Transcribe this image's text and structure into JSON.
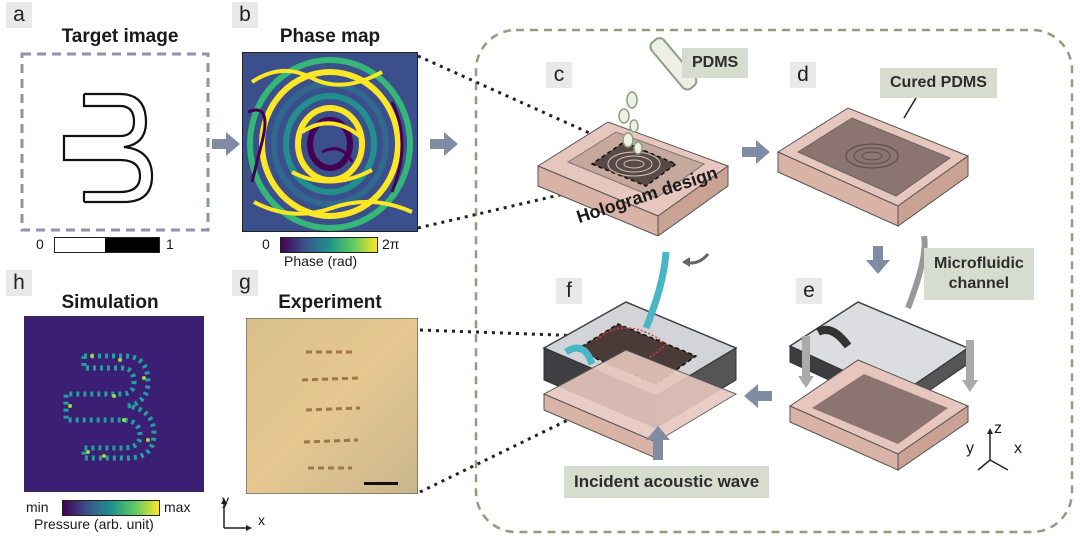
{
  "panel_letters": {
    "a": "a",
    "b": "b",
    "c": "c",
    "d": "d",
    "e": "e",
    "f": "f",
    "g": "g",
    "h": "h"
  },
  "titles": {
    "target": "Target image",
    "phase": "Phase map",
    "simulation": "Simulation",
    "experiment": "Experiment"
  },
  "colorbars": {
    "target": {
      "min": "0",
      "max": "1"
    },
    "phase": {
      "min": "0",
      "max": "2π",
      "label": "Phase (rad)"
    },
    "pressure": {
      "min": "min",
      "max": "max",
      "label": "Pressure (arb. unit)"
    }
  },
  "process_labels": {
    "pdms": "PDMS",
    "cured_pdms": "Cured PDMS",
    "hologram_design": "Hologram design",
    "microfluidic_line1": "Microfluidic",
    "microfluidic_line2": "channel",
    "incident_wave": "Incident acoustic wave"
  },
  "axes": {
    "y": "y",
    "x": "x",
    "z": "z"
  },
  "colors": {
    "viridis_dark": "#3b1b6b",
    "viridis_mid": "#21908c",
    "viridis_light": "#fde725",
    "frame_dashed": "#8a95a8",
    "process_dashed": "#8aa07f",
    "green_box": "#d6ddcf",
    "arrow": "#7f8ca3",
    "platform": "#e7c7bd"
  }
}
